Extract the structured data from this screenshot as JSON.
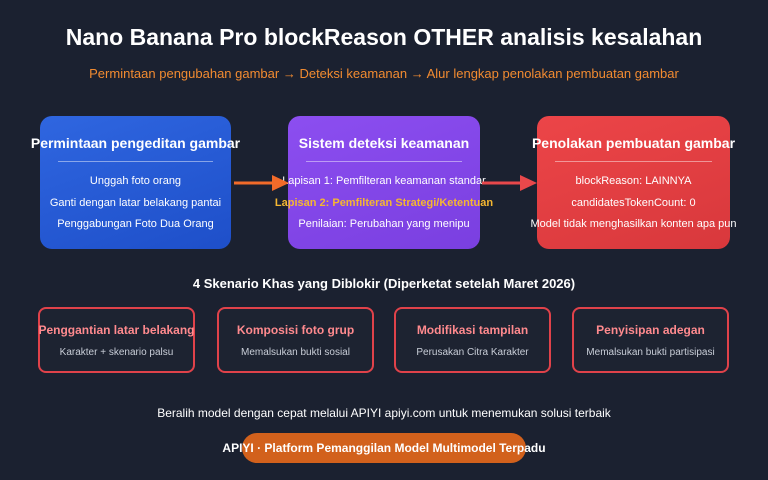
{
  "header": {
    "title": "Nano Banana Pro blockReason OTHER analisis kesalahan",
    "subtitle": "Permintaan pengubahan gambar → Deteksi keamanan → Alur lengkap penolakan pembuatan gambar"
  },
  "flow": [
    {
      "title": "Permintaan pengeditan gambar",
      "items": [
        "Unggah foto orang",
        "Ganti dengan latar belakang pantai",
        "Penggabungan Foto Dua Orang"
      ]
    },
    {
      "title": "Sistem deteksi keamanan",
      "items": [
        "Lapisan 1: Pemfilteran keamanan standar",
        "Lapisan 2: Pemfilteran Strategi/Ketentuan",
        "Penilaian: Perubahan yang menipu"
      ]
    },
    {
      "title": "Penolakan pembuatan gambar",
      "items": [
        "blockReason: LAINNYA",
        "candidatesTokenCount: 0",
        "Model tidak menghasilkan konten apa pun"
      ]
    }
  ],
  "scenarios_title": "4 Skenario Khas yang Diblokir (Diperketat setelah Maret 2026)",
  "scenarios": [
    {
      "title": "Penggantian latar belakang",
      "desc": "Karakter + skenario palsu"
    },
    {
      "title": "Komposisi foto grup",
      "desc": "Memalsukan bukti sosial"
    },
    {
      "title": "Modifikasi tampilan",
      "desc": "Perusakan Citra Karakter"
    },
    {
      "title": "Penyisipan adegan",
      "desc": "Memalsukan bukti partisipasi"
    }
  ],
  "footer": {
    "text": "Beralih model dengan cepat melalui APIYI apiyi.com untuk menemukan solusi terbaik",
    "brand": "APIYI · Platform Pemanggilan Model Multimodel Terpadu"
  },
  "colors": {
    "background": "#1b2130",
    "accent_orange": "#f28b30",
    "box_blue": "#2f66e0",
    "box_purple": "#8c4ef0",
    "box_red": "#ec4548",
    "highlight_yellow": "#f5b731",
    "scenario_border": "#e0424a",
    "pill": "#d2611c"
  }
}
